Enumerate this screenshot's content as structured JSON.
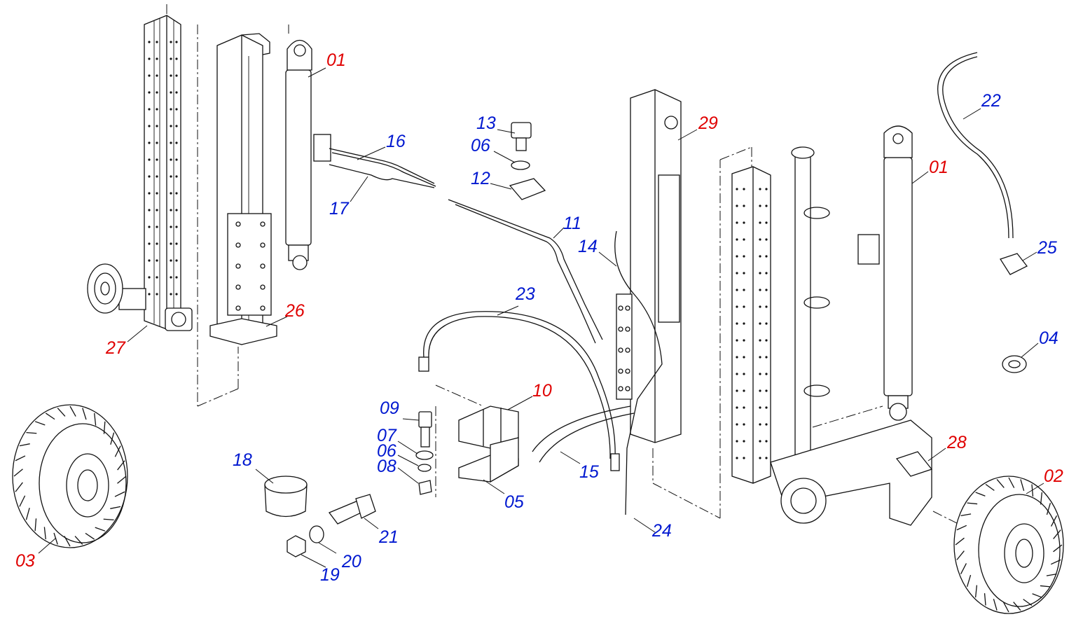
{
  "callouts": [
    {
      "num": "01",
      "color": "red"
    },
    {
      "num": "16",
      "color": "blue"
    },
    {
      "num": "13",
      "color": "blue"
    },
    {
      "num": "06",
      "color": "blue"
    },
    {
      "num": "12",
      "color": "blue"
    },
    {
      "num": "17",
      "color": "blue"
    },
    {
      "num": "11",
      "color": "blue"
    },
    {
      "num": "14",
      "color": "blue"
    },
    {
      "num": "29",
      "color": "red"
    },
    {
      "num": "22",
      "color": "blue"
    },
    {
      "num": "01",
      "color": "red"
    },
    {
      "num": "25",
      "color": "blue"
    },
    {
      "num": "26",
      "color": "red"
    },
    {
      "num": "27",
      "color": "red"
    },
    {
      "num": "23",
      "color": "blue"
    },
    {
      "num": "04",
      "color": "blue"
    },
    {
      "num": "10",
      "color": "red"
    },
    {
      "num": "09",
      "color": "blue"
    },
    {
      "num": "07",
      "color": "blue"
    },
    {
      "num": "06",
      "color": "blue"
    },
    {
      "num": "08",
      "color": "blue"
    },
    {
      "num": "18",
      "color": "blue"
    },
    {
      "num": "15",
      "color": "blue"
    },
    {
      "num": "05",
      "color": "blue"
    },
    {
      "num": "28",
      "color": "red"
    },
    {
      "num": "02",
      "color": "red"
    },
    {
      "num": "21",
      "color": "blue"
    },
    {
      "num": "24",
      "color": "blue"
    },
    {
      "num": "03",
      "color": "red"
    },
    {
      "num": "20",
      "color": "blue"
    },
    {
      "num": "19",
      "color": "blue"
    }
  ],
  "colors": {
    "red": "#e00000",
    "blue": "#0018d0",
    "line": "#111111"
  }
}
